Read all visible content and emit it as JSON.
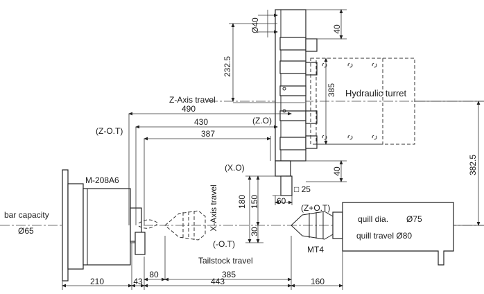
{
  "labels": {
    "z_axis_travel": "Z-Axis travel",
    "hydraulic_turret": "Hydraulic turret",
    "model": "M-208A6",
    "bar_capacity": "bar capacity",
    "bar_dia": "Ø65",
    "x_origin": "(X.O)",
    "z_origin": "(Z.O)",
    "z_neg_ot": "(Z-O.T)",
    "z_pos_ot": "(Z+O.T)",
    "x_neg_ot": "(-O.T)",
    "x_axis_travel": "X-Axis travel",
    "tailstock_travel": "Tailstock travel",
    "taper": "MT4",
    "quill_dia_label": "quill dia.",
    "quill_dia_value": "Ø75",
    "quill_travel": "quill travel Ø80",
    "tool_size": "□ 25"
  },
  "dimensions": {
    "d40_dia": "Ø40",
    "d232_5": "232.5",
    "d40_top": "40",
    "d385_v": "385",
    "d40_bottom": "40",
    "d382_5": "382.5",
    "d490": "490",
    "d430": "430",
    "d387": "387",
    "d180": "180",
    "d150": "150",
    "d30": "30",
    "d60": "60",
    "d210": "210",
    "d43": "43",
    "d80": "80",
    "d385_h": "385",
    "d443": "443",
    "d160": "160"
  }
}
